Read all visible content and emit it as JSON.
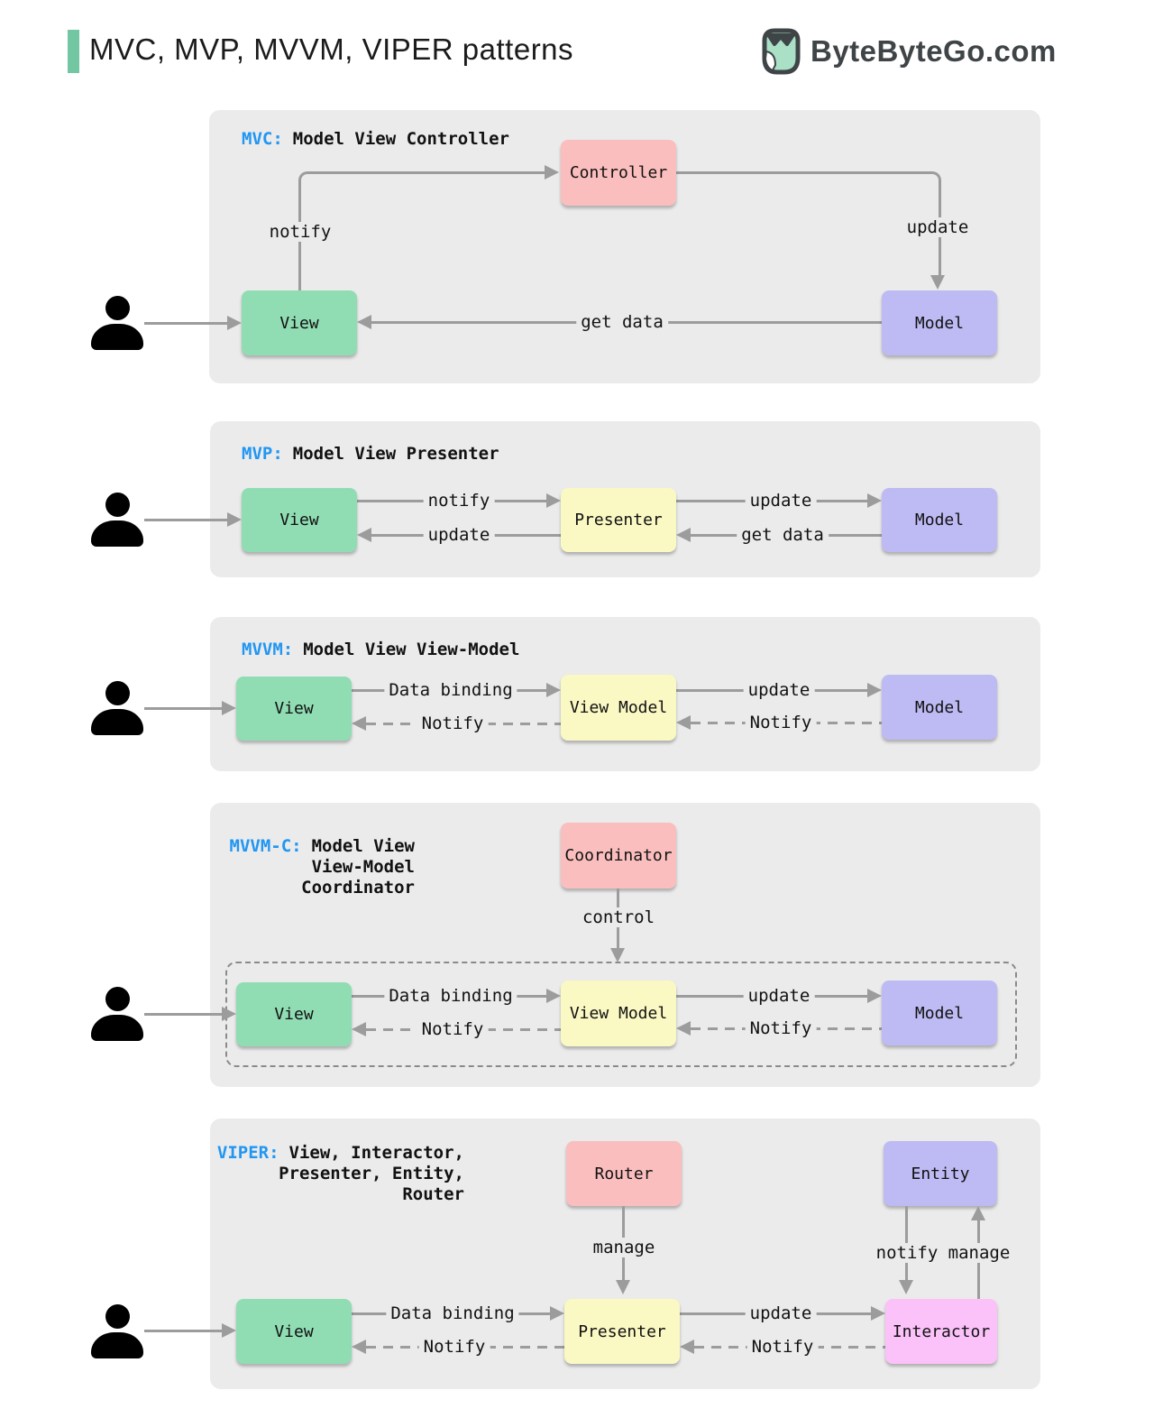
{
  "header": {
    "title": "MVC, MVP, MVVM, VIPER patterns",
    "brand": "ByteByteGo.com"
  },
  "colors": {
    "accent": "#72C7A2",
    "blue": "#2196F3",
    "panel": "#EBEBEB",
    "green": "#90DDB4",
    "pink": "#FBBEBE",
    "purple": "#BEBAF3",
    "yellow": "#FAF8C3",
    "magenta": "#FAC2F8",
    "arrow": "#9C9C9C",
    "ink": "#111111",
    "brand": "#3F4447"
  },
  "panels": {
    "mvc": {
      "acronym": "MVC:",
      "name": "Model View Controller",
      "boxes": {
        "controller": "Controller",
        "view": "View",
        "model": "Model"
      },
      "labels": {
        "notify": "notify",
        "update": "update",
        "get_data": "get data"
      }
    },
    "mvp": {
      "acronym": "MVP:",
      "name": "Model View Presenter",
      "boxes": {
        "view": "View",
        "presenter": "Presenter",
        "model": "Model"
      },
      "labels": {
        "notify": "notify",
        "update_left": "update",
        "update_right": "update",
        "get_data": "get data"
      }
    },
    "mvvm": {
      "acronym": "MVVM:",
      "name": "Model View View-Model",
      "boxes": {
        "view": "View",
        "view_model": "View Model",
        "model": "Model"
      },
      "labels": {
        "data_binding": "Data binding",
        "notify_left": "Notify",
        "update": "update",
        "notify_right": "Notify"
      }
    },
    "mvvmc": {
      "acronym": "MVVM-C:",
      "name_line1": "Model View",
      "name_line2": "View-Model",
      "name_line3": "Coordinator",
      "boxes": {
        "coordinator": "Coordinator",
        "view": "View",
        "view_model": "View Model",
        "model": "Model"
      },
      "labels": {
        "control": "control",
        "data_binding": "Data binding",
        "notify_left": "Notify",
        "update": "update",
        "notify_right": "Notify"
      }
    },
    "viper": {
      "acronym": "VIPER:",
      "name_line1": "View, Interactor,",
      "name_line2": "Presenter, Entity,",
      "name_line3": "Router",
      "boxes": {
        "router": "Router",
        "entity": "Entity",
        "view": "View",
        "presenter": "Presenter",
        "interactor": "Interactor"
      },
      "labels": {
        "manage_down": "manage",
        "notify_down": "notify",
        "manage_up": "manage",
        "data_binding": "Data binding",
        "notify_left": "Notify",
        "update": "update",
        "notify_right": "Notify"
      }
    }
  }
}
